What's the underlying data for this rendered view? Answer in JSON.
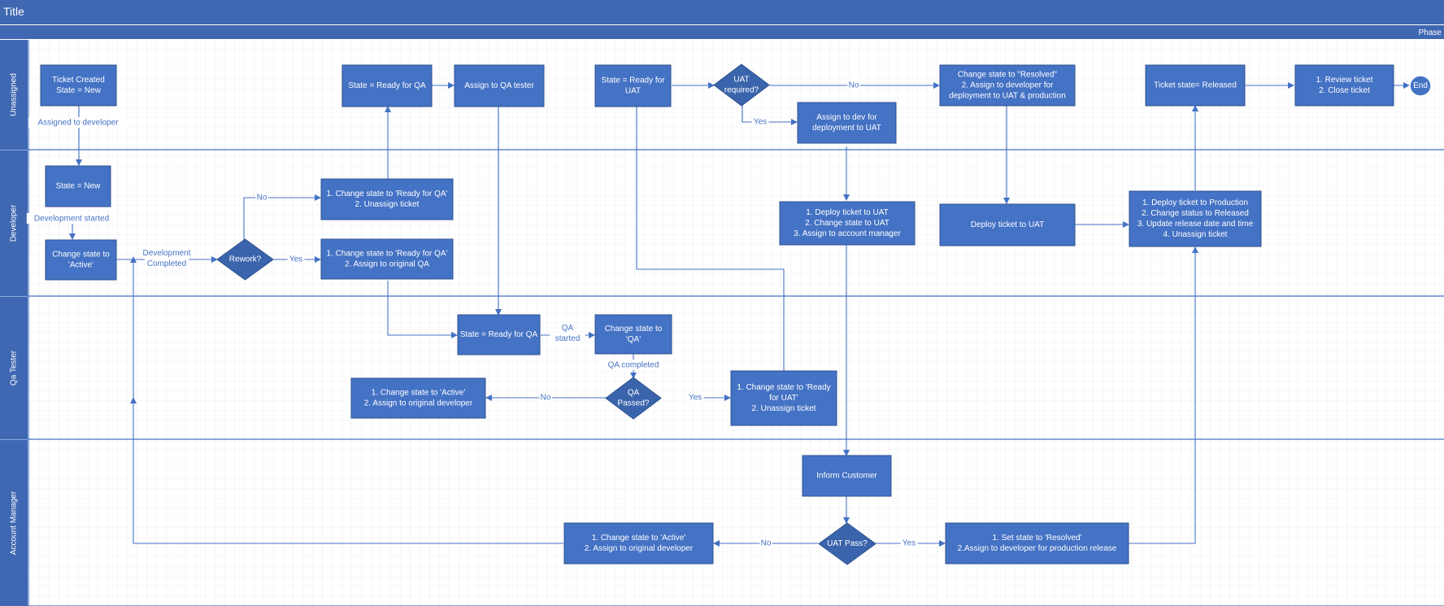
{
  "title": "Title",
  "phase": "Phase",
  "colors": {
    "header": "#3f67b2",
    "node": "#4472c4",
    "line": "#4472c4",
    "grid": "#d9dce3"
  },
  "lanes": [
    {
      "id": "unassigned",
      "label": "Unassigned"
    },
    {
      "id": "developer",
      "label": "Developer"
    },
    {
      "id": "qa",
      "label": "Qa Tester"
    },
    {
      "id": "am",
      "label": "Account Manager"
    }
  ],
  "nodes": {
    "ticket_created": [
      "Ticket Created",
      "State = New"
    ],
    "ready_qa_top": [
      "State = Ready for QA"
    ],
    "assign_qa": [
      "Assign to QA tester"
    ],
    "ready_uat": [
      "State = Ready for",
      "UAT"
    ],
    "uat_required": [
      "UAT",
      "required?"
    ],
    "resolved_top": [
      "Change state to \"Resolved\"",
      "2. Assign to developer for",
      "deployment to UAT & production"
    ],
    "released": [
      "Ticket state= Released"
    ],
    "review_close": [
      "1. Review ticket",
      "2. Close ticket"
    ],
    "end": [
      "End"
    ],
    "assign_dev_uat": [
      "Assign to dev for",
      "deployment to UAT"
    ],
    "state_new": [
      "State = New"
    ],
    "active": [
      "Change state to",
      "'Active'"
    ],
    "rework": [
      "Rework?"
    ],
    "unassign_ready_qa": [
      "1. Change state to 'Ready for QA'",
      "2. Unassign ticket"
    ],
    "assign_orig_qa": [
      "1. Change state to 'Ready for QA'",
      "2. Assign to original QA"
    ],
    "deploy_uat_am": [
      "1. Deploy ticket  to UAT",
      "2. Change state to UAT",
      "3. Assign to account manager"
    ],
    "deploy_uat": [
      "Deploy ticket to UAT"
    ],
    "deploy_prod": [
      "1. Deploy ticket  to Production",
      "2. Change status to Released",
      "3. Update release date and time",
      "4. Unassign ticket"
    ],
    "ready_qa_mid": [
      "State = Ready for QA"
    ],
    "qa_state": [
      "Change state to",
      "'QA'"
    ],
    "qa_active": [
      "1. Change state to 'Active'",
      "2. Assign to original developer"
    ],
    "qa_passed": [
      "QA",
      "Passed?"
    ],
    "ready_uat_unassign": [
      "1. Change state to 'Ready",
      "for UAT'",
      "2. Unassign ticket"
    ],
    "inform": [
      "Inform Customer"
    ],
    "am_active": [
      "1. Change state to 'Active'",
      "2. Assign to original developer"
    ],
    "uat_pass": [
      "UAT Pass?"
    ],
    "set_resolved": [
      "1. Set state to 'Resolved'",
      "2.Assign to developer for production release"
    ]
  },
  "edge_labels": {
    "assigned": [
      "Assigned to developer"
    ],
    "dev_started": [
      "Development started"
    ],
    "dev_completed": [
      "Development",
      "Completed"
    ],
    "no_rework": [
      "No"
    ],
    "yes_rework": [
      "Yes"
    ],
    "no_uat": [
      "No"
    ],
    "yes_uat": [
      "Yes"
    ],
    "qa_started": [
      "QA",
      "started"
    ],
    "qa_completed": [
      "QA completed"
    ],
    "no_qa": [
      "No"
    ],
    "yes_qa": [
      "Yes"
    ],
    "no_am": [
      "No"
    ],
    "yes_am": [
      "Yes"
    ]
  }
}
